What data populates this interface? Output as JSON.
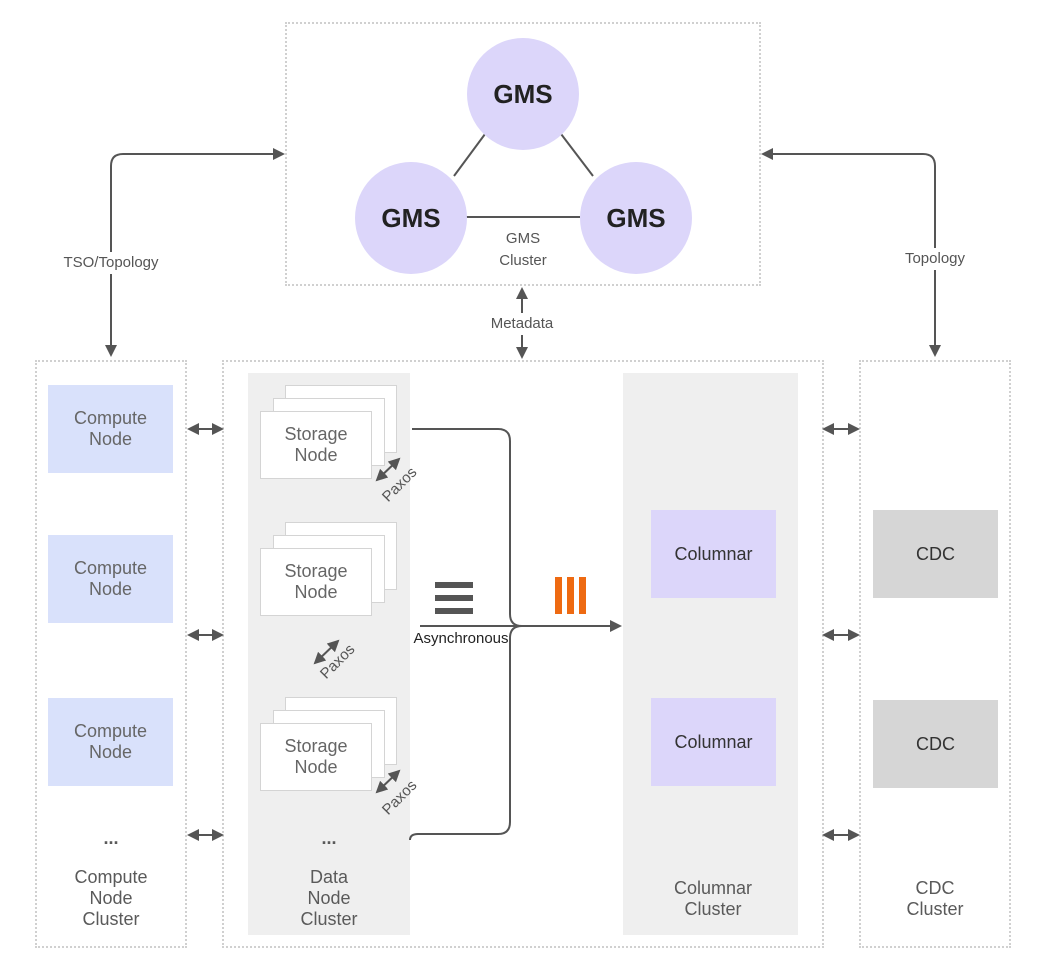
{
  "gms_cluster": {
    "nodes": [
      "GMS",
      "GMS",
      "GMS"
    ],
    "label": "GMS\nCluster"
  },
  "links": {
    "left": "TSO/Topology",
    "right": "Topology",
    "center": "Metadata"
  },
  "compute_cluster": {
    "nodes": [
      "Compute\nNode",
      "Compute\nNode",
      "Compute\nNode"
    ],
    "ellipsis": "...",
    "label": "Compute\nNode\nCluster"
  },
  "data_cluster": {
    "nodes": [
      "Storage\nNode",
      "Storage\nNode",
      "Storage\nNode"
    ],
    "paxos": [
      "Paxos",
      "Paxos",
      "Paxos"
    ],
    "ellipsis": "...",
    "label": "Data\nNode\nCluster"
  },
  "replication": {
    "label": "Asynchronous",
    "row_icon": "row-store-icon",
    "column_icon": "column-store-icon",
    "column_icon_color": "#ee6a12"
  },
  "columnar_cluster": {
    "nodes": [
      "Columnar",
      "Columnar"
    ],
    "label": "Columnar\nCluster"
  },
  "cdc_cluster": {
    "nodes": [
      "CDC",
      "CDC"
    ],
    "label": "CDC\nCluster"
  }
}
